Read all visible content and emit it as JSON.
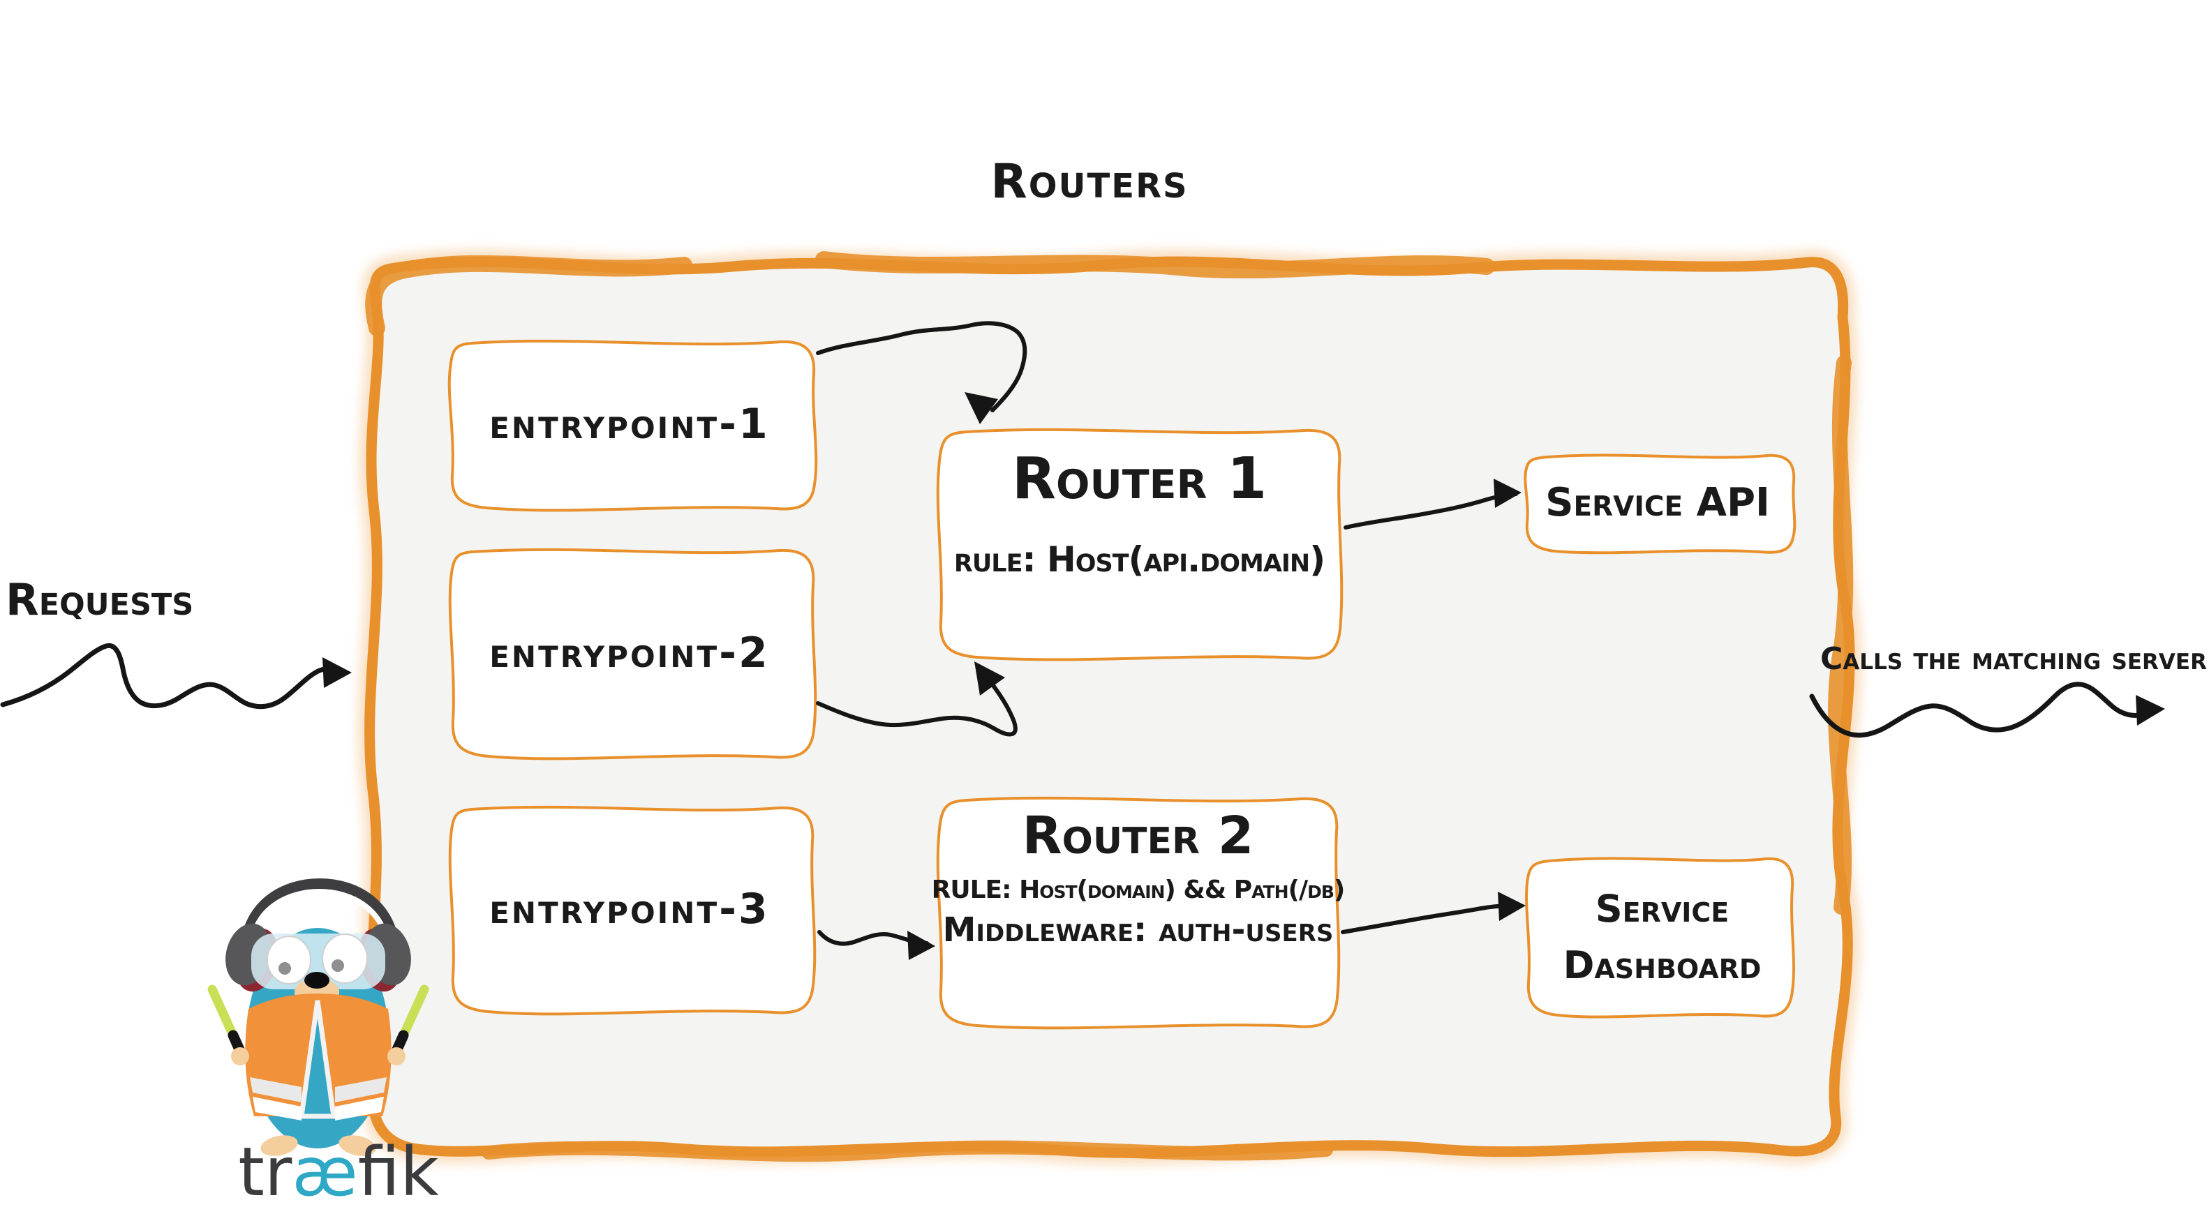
{
  "title": "Routers",
  "side_labels": {
    "requests": "Requests",
    "calls_matching_server": "Calls the matching server"
  },
  "entrypoints": [
    {
      "label": "entrypoint-1"
    },
    {
      "label": "entrypoint-2"
    },
    {
      "label": "entrypoint-3"
    }
  ],
  "routers": [
    {
      "title": "Router 1",
      "rule": "rule: Host(api.domain)"
    },
    {
      "title": "Router 2",
      "rule": "RULE: Host(domain) && Path(/db)",
      "middleware": "Middleware: auth-users"
    }
  ],
  "services": [
    {
      "label": "Service API"
    },
    {
      "label": "Service Dashboard"
    }
  ],
  "logo": {
    "mascot": "traefik-gopher-mascot",
    "wordmark_pre": "tr",
    "wordmark_ae": "æ",
    "wordmark_post": "fik"
  },
  "icons": {
    "arrow_style": "hand-drawn-squiggly-arrow"
  },
  "colors": {
    "accent_orange": "#e8912c",
    "container_fill": "#f4f4f3",
    "ink_black": "#151515",
    "text": "#1a1a1a",
    "logo_blue": "#35a7c4",
    "vest_orange": "#f1913a",
    "baton_green": "#c9df55",
    "page_background": "#ffffff"
  }
}
